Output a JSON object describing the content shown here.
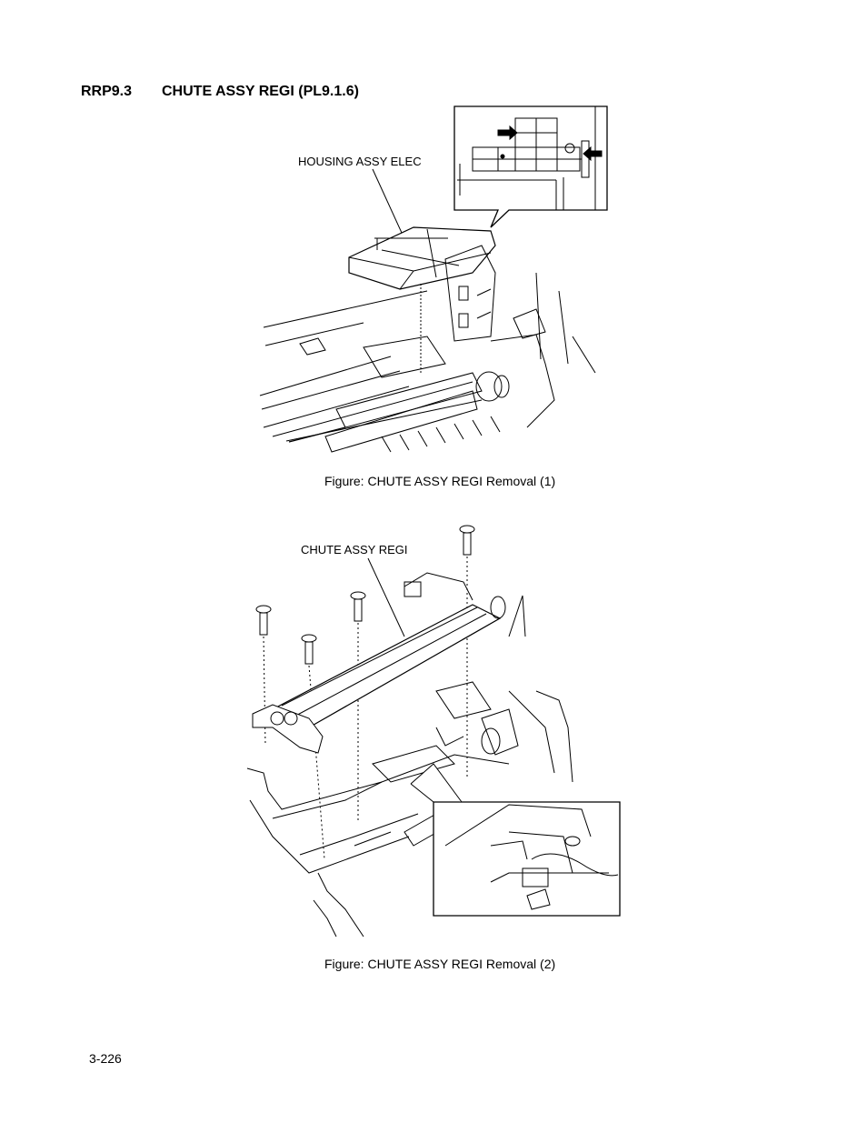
{
  "section": {
    "number": "RRP9.3",
    "title": "CHUTE ASSY REGI (PL9.1.6)"
  },
  "figures": [
    {
      "callout_label": "HOUSING ASSY ELEC",
      "caption": "Figure: CHUTE ASSY REGI Removal (1)"
    },
    {
      "callout_label": "CHUTE ASSY REGI",
      "caption": "Figure: CHUTE ASSY REGI Removal (2)"
    }
  ],
  "page_number": "3-226"
}
